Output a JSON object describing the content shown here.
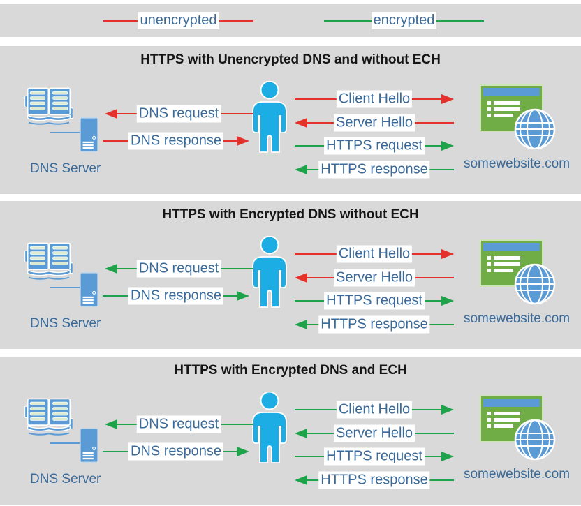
{
  "colors": {
    "unencrypted": "#e5312b",
    "encrypted": "#1fa34a",
    "panel_bg": "#d9d9d9",
    "label_bg": "#ffffff",
    "label_text": "#3a6a99",
    "title_text": "#151515",
    "person_blue": "#1cade4",
    "dns_blue": "#5b9bd5",
    "dns_blue_light": "#bdd7ee",
    "site_green": "#70ad47",
    "page_line": "#dcead2"
  },
  "legend": {
    "unencrypted_label": "unencrypted",
    "encrypted_label": "encrypted"
  },
  "panels": [
    {
      "title": "HTTPS with Unencrypted DNS and without ECH",
      "dns_server_label": "DNS Server",
      "website_label": "somewebsite.com",
      "arrows": {
        "dns_request": {
          "label": "DNS request",
          "direction": "left",
          "encrypted": false,
          "color": "#e5312b"
        },
        "dns_response": {
          "label": "DNS response",
          "direction": "right",
          "encrypted": false,
          "color": "#e5312b"
        },
        "client_hello": {
          "label": "Client Hello",
          "direction": "right",
          "encrypted": false,
          "color": "#e5312b"
        },
        "server_hello": {
          "label": "Server Hello",
          "direction": "left",
          "encrypted": false,
          "color": "#e5312b"
        },
        "https_request": {
          "label": "HTTPS request",
          "direction": "right",
          "encrypted": true,
          "color": "#1fa34a"
        },
        "https_response": {
          "label": "HTTPS response",
          "direction": "left",
          "encrypted": true,
          "color": "#1fa34a"
        }
      }
    },
    {
      "title": "HTTPS with Encrypted DNS without ECH",
      "dns_server_label": "DNS Server",
      "website_label": "somewebsite.com",
      "arrows": {
        "dns_request": {
          "label": "DNS request",
          "direction": "left",
          "encrypted": true,
          "color": "#1fa34a"
        },
        "dns_response": {
          "label": "DNS response",
          "direction": "right",
          "encrypted": true,
          "color": "#1fa34a"
        },
        "client_hello": {
          "label": "Client Hello",
          "direction": "right",
          "encrypted": false,
          "color": "#e5312b"
        },
        "server_hello": {
          "label": "Server Hello",
          "direction": "left",
          "encrypted": false,
          "color": "#e5312b"
        },
        "https_request": {
          "label": "HTTPS request",
          "direction": "right",
          "encrypted": true,
          "color": "#1fa34a"
        },
        "https_response": {
          "label": "HTTPS response",
          "direction": "left",
          "encrypted": true,
          "color": "#1fa34a"
        }
      }
    },
    {
      "title": "HTTPS with Encrypted DNS and ECH",
      "dns_server_label": "DNS Server",
      "website_label": "somewebsite.com",
      "arrows": {
        "dns_request": {
          "label": "DNS request",
          "direction": "left",
          "encrypted": true,
          "color": "#1fa34a"
        },
        "dns_response": {
          "label": "DNS response",
          "direction": "right",
          "encrypted": true,
          "color": "#1fa34a"
        },
        "client_hello": {
          "label": "Client Hello",
          "direction": "right",
          "encrypted": true,
          "color": "#1fa34a"
        },
        "server_hello": {
          "label": "Server Hello",
          "direction": "left",
          "encrypted": true,
          "color": "#1fa34a"
        },
        "https_request": {
          "label": "HTTPS request",
          "direction": "right",
          "encrypted": true,
          "color": "#1fa34a"
        },
        "https_response": {
          "label": "HTTPS response",
          "direction": "left",
          "encrypted": true,
          "color": "#1fa34a"
        }
      }
    }
  ]
}
